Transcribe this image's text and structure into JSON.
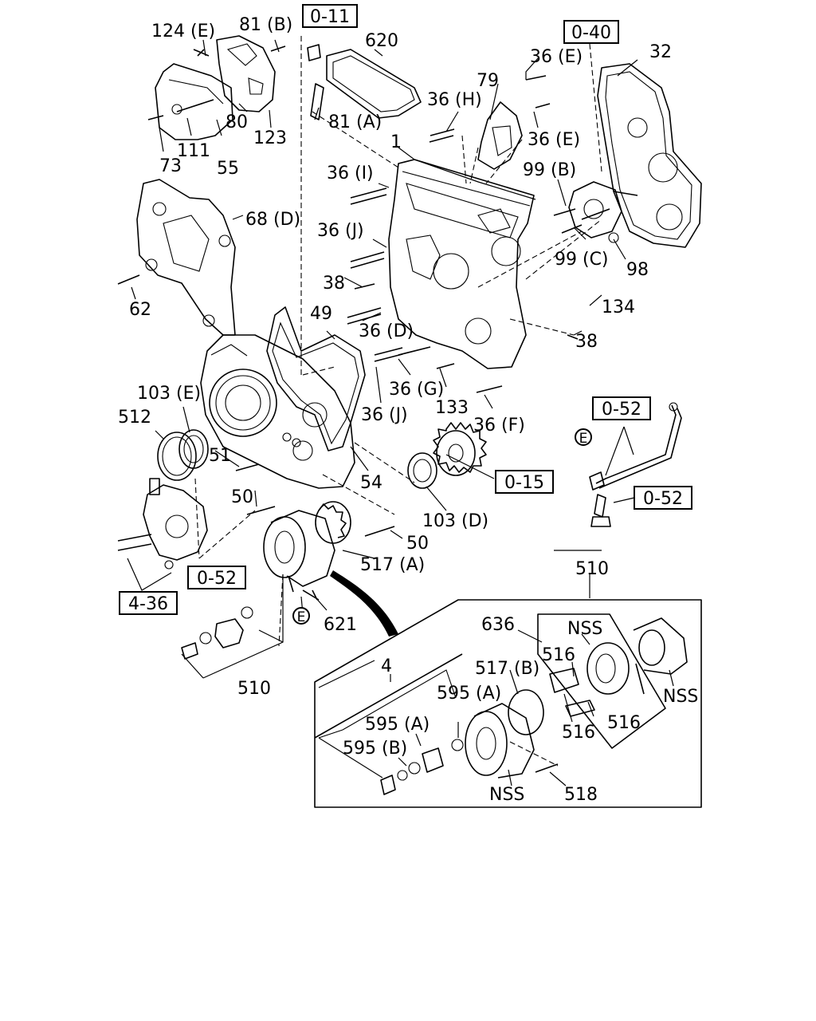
{
  "labels": {
    "l124e": "124 (E)",
    "l81b": "81 (B)",
    "l123": "123",
    "l80": "80",
    "l111": "111",
    "l55": "55",
    "l73": "73",
    "l68d": "68 (D)",
    "l62": "62",
    "l620": "620",
    "l81a": "81 (A)",
    "l1": "1",
    "l36h": "36 (H)",
    "l36i": "36 (I)",
    "l36j1": "36 (J)",
    "l38a": "38",
    "l36d": "36 (D)",
    "l49": "49",
    "l36e1": "36 (E)",
    "l79": "79",
    "l36e2": "36 (E)",
    "l32": "32",
    "l99b": "99 (B)",
    "l99c": "99 (C)",
    "l98": "98",
    "l134": "134",
    "l38b": "38",
    "l36g": "36 (G)",
    "l133": "133",
    "l36f": "36 (F)",
    "l36j2": "36 (J)",
    "l103e": "103 (E)",
    "l512": "512",
    "l51": "51",
    "l54": "54",
    "l103d": "103 (D)",
    "l50a": "50",
    "l50b": "50",
    "l517a": "517 (A)",
    "l621": "621",
    "l510a": "510",
    "l510b": "510",
    "l636": "636",
    "lnss1": "NSS",
    "l516a": "516",
    "l516b": "516",
    "l516c": "516",
    "lnss2": "NSS",
    "l517b": "517 (B)",
    "l4": "4",
    "l595a1": "595 (A)",
    "l595a2": "595 (A)",
    "l595b": "595 (B)",
    "lnss3": "NSS",
    "l518": "518"
  },
  "refs": {
    "r011": "0-11",
    "r040": "0-40",
    "r052a": "0-52",
    "r052b": "0-52",
    "r015": "0-15",
    "r052c": "0-52",
    "r436": "4-36"
  },
  "circled": {
    "e1": "E",
    "e2": "E"
  }
}
